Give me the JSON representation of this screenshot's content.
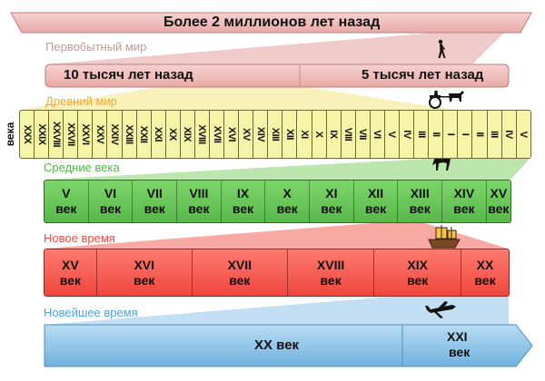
{
  "prehistoric": {
    "top_band_text": "Более 2 миллионов лет назад",
    "label": "Первобытный мир",
    "second_band_left": "10 тысяч лет назад",
    "second_band_right": "5 тысяч лет назад"
  },
  "ancient": {
    "label": "Древний мир",
    "axis_label": "века",
    "cells": [
      "XXX",
      "XXIX",
      "XXVIII",
      "XXVII",
      "XXVI",
      "XXV",
      "XXIV",
      "XXIII",
      "XXII",
      "XXI",
      "XX",
      "XIX",
      "XVIII",
      "XVII",
      "XVI",
      "XV",
      "XIV",
      "XIII",
      "XII",
      "XI",
      "X",
      "IX",
      "VIII",
      "VII",
      "VI",
      "V",
      "IV",
      "III",
      "II",
      "I",
      "I",
      "II",
      "III",
      "IV",
      "V"
    ]
  },
  "middle_ages": {
    "label": "Средние века",
    "word": "век",
    "centuries": [
      "V",
      "VI",
      "VII",
      "VIII",
      "IX",
      "X",
      "XI",
      "XII",
      "XIII",
      "XIV",
      "XV"
    ]
  },
  "new_time": {
    "label": "Новое время",
    "word": "век",
    "centuries": [
      "XV",
      "XVI",
      "XVII",
      "XVIII",
      "XIX",
      "XX"
    ]
  },
  "newest_time": {
    "label": "Новейшее время",
    "cell_xx": "XX век",
    "cell_xxi_num": "XXI",
    "cell_xxi_word": "век"
  },
  "colors": {
    "prehistoric_band": "#f0c3c3",
    "prehistoric_label": "#d9a8a8",
    "ancient_label": "#f4a52e",
    "ancient_strip": "#f6f4a6",
    "middle_label": "#55c24a",
    "middle_row": "#6ccc5a",
    "new_label": "#f0574f",
    "new_row": "#f25a50",
    "newest_label": "#4aa5dd",
    "newest_arrow": "#8fc4e8"
  },
  "icons": [
    "walking-man-icon",
    "horse-cart-icon",
    "horse-rider-icon",
    "sailing-ship-icon",
    "airplane-icon"
  ]
}
